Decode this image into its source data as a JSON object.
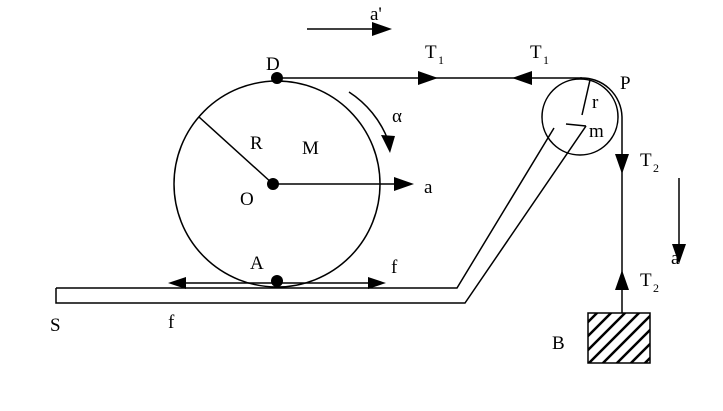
{
  "labels": {
    "a_prime_top": "a'",
    "D": "D",
    "T1_left": "T",
    "T1_left_sub": "1",
    "T1_right": "T",
    "T1_right_sub": "1",
    "P": "P",
    "r": "r",
    "m": "m",
    "alpha": "α",
    "R": "R",
    "M": "M",
    "O": "O",
    "a": "a",
    "T2_top": "T",
    "T2_top_sub": "2",
    "a_prime_right": "a'",
    "A": "A",
    "f_right": "f",
    "T2_bottom": "T",
    "T2_bottom_sub": "2",
    "S": "S",
    "f_left": "f",
    "B": "B"
  }
}
